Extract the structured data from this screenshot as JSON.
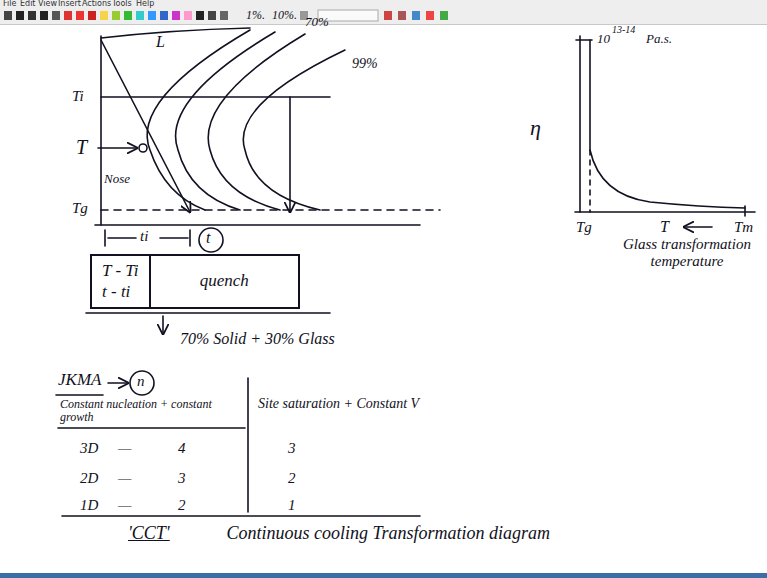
{
  "diagram": {
    "nodes": [
      {
        "text": [
          "T - Ti",
          "t - ti",
          "quench"
        ]
      }
    ],
    "labels": [
      "File",
      "Edit",
      "View",
      "Insert",
      "Actions",
      "Tools",
      "Help",
      "L",
      "1%.",
      "10%.",
      "70%",
      "99%",
      "Ti",
      "T",
      "Nose",
      "Tg",
      "ti",
      "t",
      "70% Solid + 30% Glass",
      "η",
      "10",
      "13-14",
      "Pa.s.",
      "Tg",
      "T",
      "Tm",
      "Glass transformation temperature",
      "JKMA",
      "n",
      "Constant nucleation + constant growth",
      "Site saturation + Constant V",
      "3D",
      "—",
      "4",
      "3",
      "2D",
      "—",
      "3",
      "2",
      "1D",
      "—",
      "2",
      "1",
      "'CCT'",
      "Continuous cooling Transformation diagram"
    ]
  }
}
